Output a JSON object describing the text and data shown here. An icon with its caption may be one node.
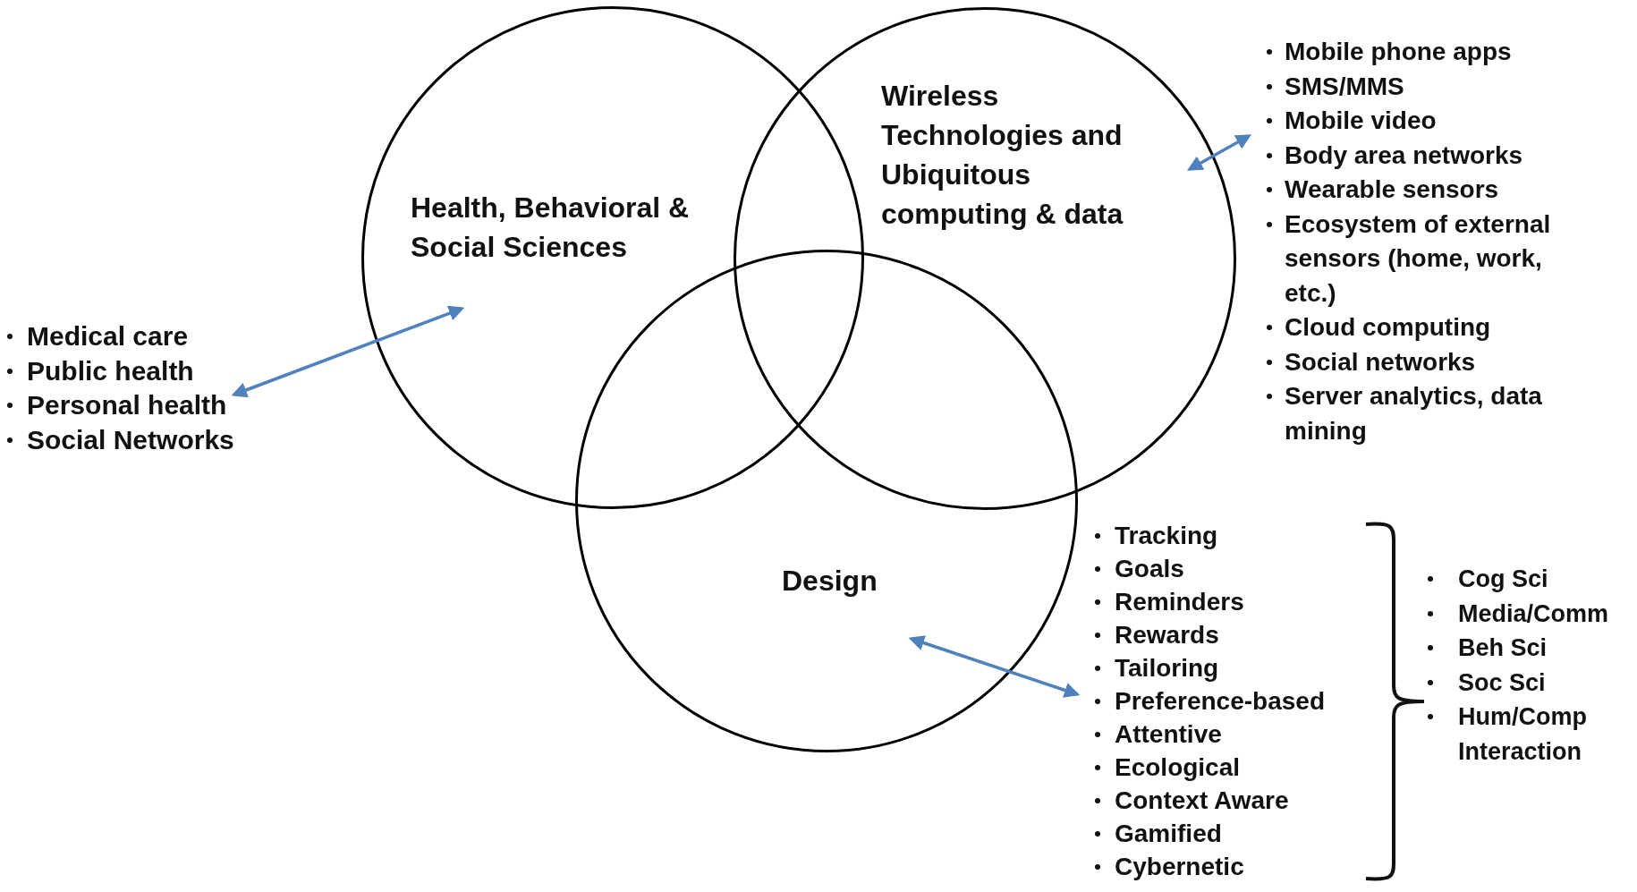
{
  "diagram": {
    "nodes": [
      {
        "text": [
          "Health, Behavioral & Social Sciences"
        ]
      },
      {
        "text": [
          "Wireless Technologies and Ubiquitous computing & data"
        ]
      },
      {
        "text": [
          "Design"
        ]
      },
      {
        "text": [
          "Medical care",
          "Public health",
          "Personal health",
          "Social Networks"
        ]
      },
      {
        "text": [
          "Mobile phone apps",
          "SMS/MMS",
          "Mobile video",
          "Body area networks",
          "Wearable sensors",
          "Ecosystem of external sensors (home, work, etc.)",
          "Cloud computing",
          "Social networks",
          "Server analytics, data mining"
        ]
      },
      {
        "text": [
          "Tracking",
          "Goals",
          "Reminders",
          "Rewards",
          "Tailoring",
          "Preference-based",
          "Attentive",
          "Ecological",
          "Context Aware",
          "Gamified",
          "Cybernetic"
        ]
      }
    ],
    "edges": [
      {
        "from": 3,
        "to": 0,
        "arrow": "both"
      },
      {
        "from": 4,
        "to": 1,
        "arrow": "both"
      },
      {
        "from": 5,
        "to": 2,
        "arrow": "both"
      }
    ],
    "labels": [
      "Cog Sci",
      "Media/Comm",
      "Beh Sci",
      "Soc Sci",
      "Hum/Comp Interaction"
    ]
  }
}
